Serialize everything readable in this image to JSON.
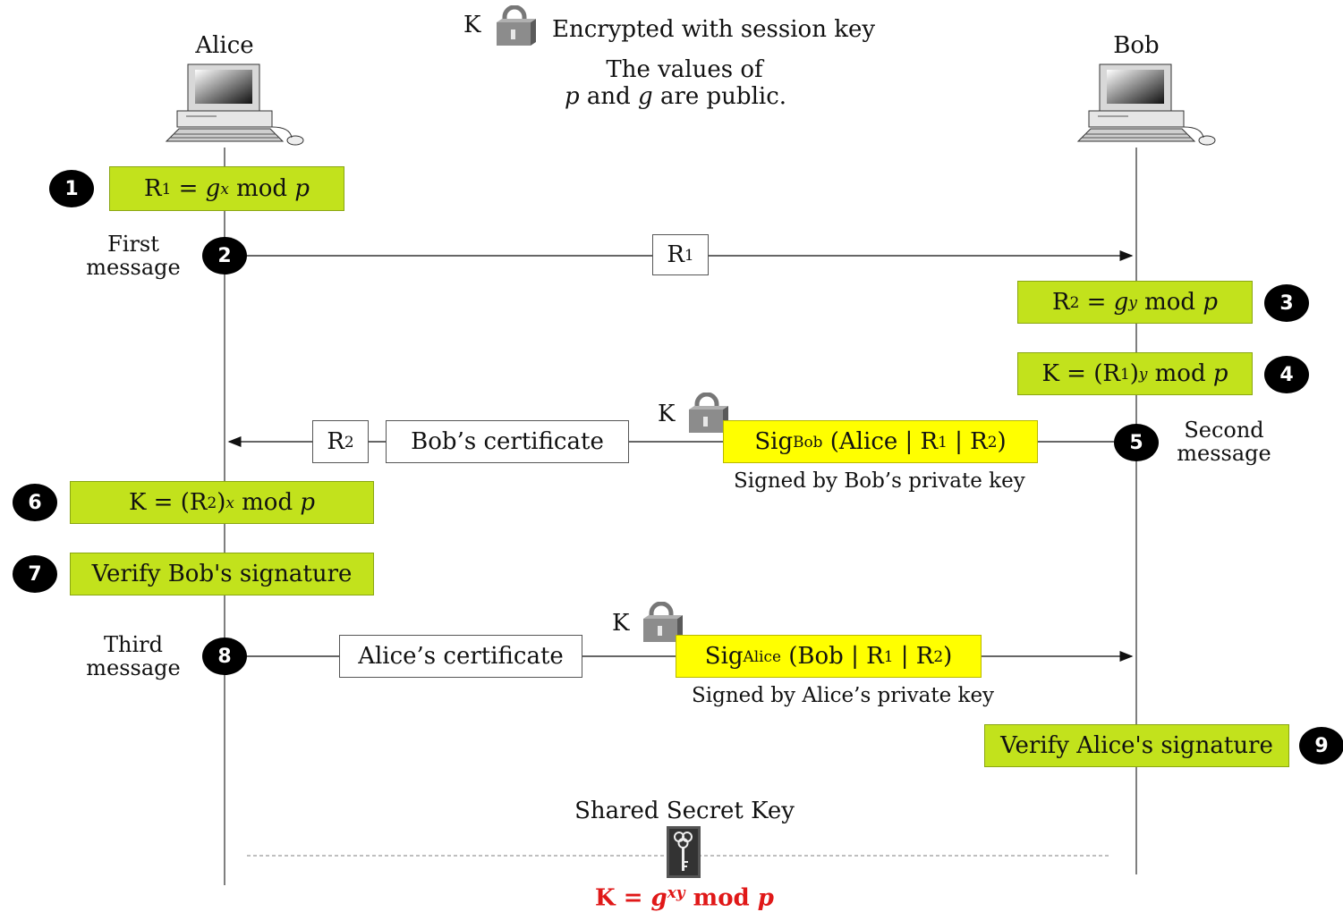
{
  "legend": {
    "key_letter": "K",
    "text": "Encrypted with session key"
  },
  "public_note": {
    "line1": "The values of",
    "line2": "p and g are public."
  },
  "alice": {
    "label": "Alice"
  },
  "bob": {
    "label": "Bob"
  },
  "steps": [
    {
      "num": "1",
      "text": "R1 = g^x mod p"
    },
    {
      "num": "2",
      "text": "First message"
    },
    {
      "num": "3",
      "text": "R2 = g^y mod p"
    },
    {
      "num": "4",
      "text": "K = (R1)^y mod p"
    },
    {
      "num": "5",
      "text": "Second message"
    },
    {
      "num": "6",
      "text": "K = (R2)^x mod p"
    },
    {
      "num": "7",
      "text": "Verify Bob's signature"
    },
    {
      "num": "8",
      "text": "Third message"
    },
    {
      "num": "9",
      "text": "Verify Alice's signature"
    }
  ],
  "messages": {
    "first": {
      "label_line1": "First",
      "label_line2": "message",
      "payload": "R1"
    },
    "second": {
      "label_line1": "Second",
      "label_line2": "message",
      "r2": "R2",
      "certificate": "Bob’s certificate",
      "signature": "SigBob (Alice | R1 | R2)",
      "key_letter": "K",
      "caption": "Signed by Bob’s private key"
    },
    "third": {
      "label_line1": "Third",
      "label_line2": "message",
      "certificate": "Alice’s certificate",
      "signature": "SigAlice (Bob | R1 | R2)",
      "key_letter": "K",
      "caption": "Signed by Alice’s private key"
    }
  },
  "shared": {
    "title": "Shared Secret Key",
    "formula": "K = g^xy mod p"
  },
  "colors": {
    "step_box": "#c2e21c",
    "signature_box": "#ffff00",
    "shared_key_formula": "#e01818"
  }
}
